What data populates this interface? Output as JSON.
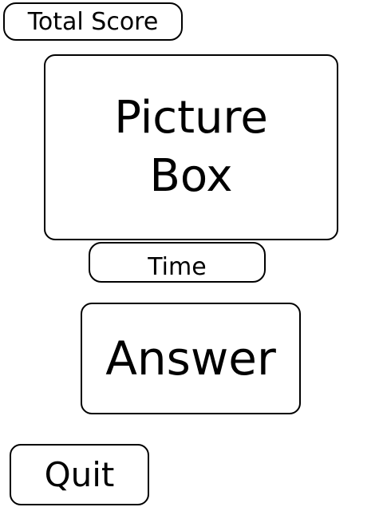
{
  "score": {
    "label": "Total Score"
  },
  "picture": {
    "line1": "Picture",
    "line2": "Box"
  },
  "timer": {
    "label": "Time"
  },
  "answer": {
    "label": "Answer"
  },
  "controls": {
    "quit_label": "Quit"
  }
}
